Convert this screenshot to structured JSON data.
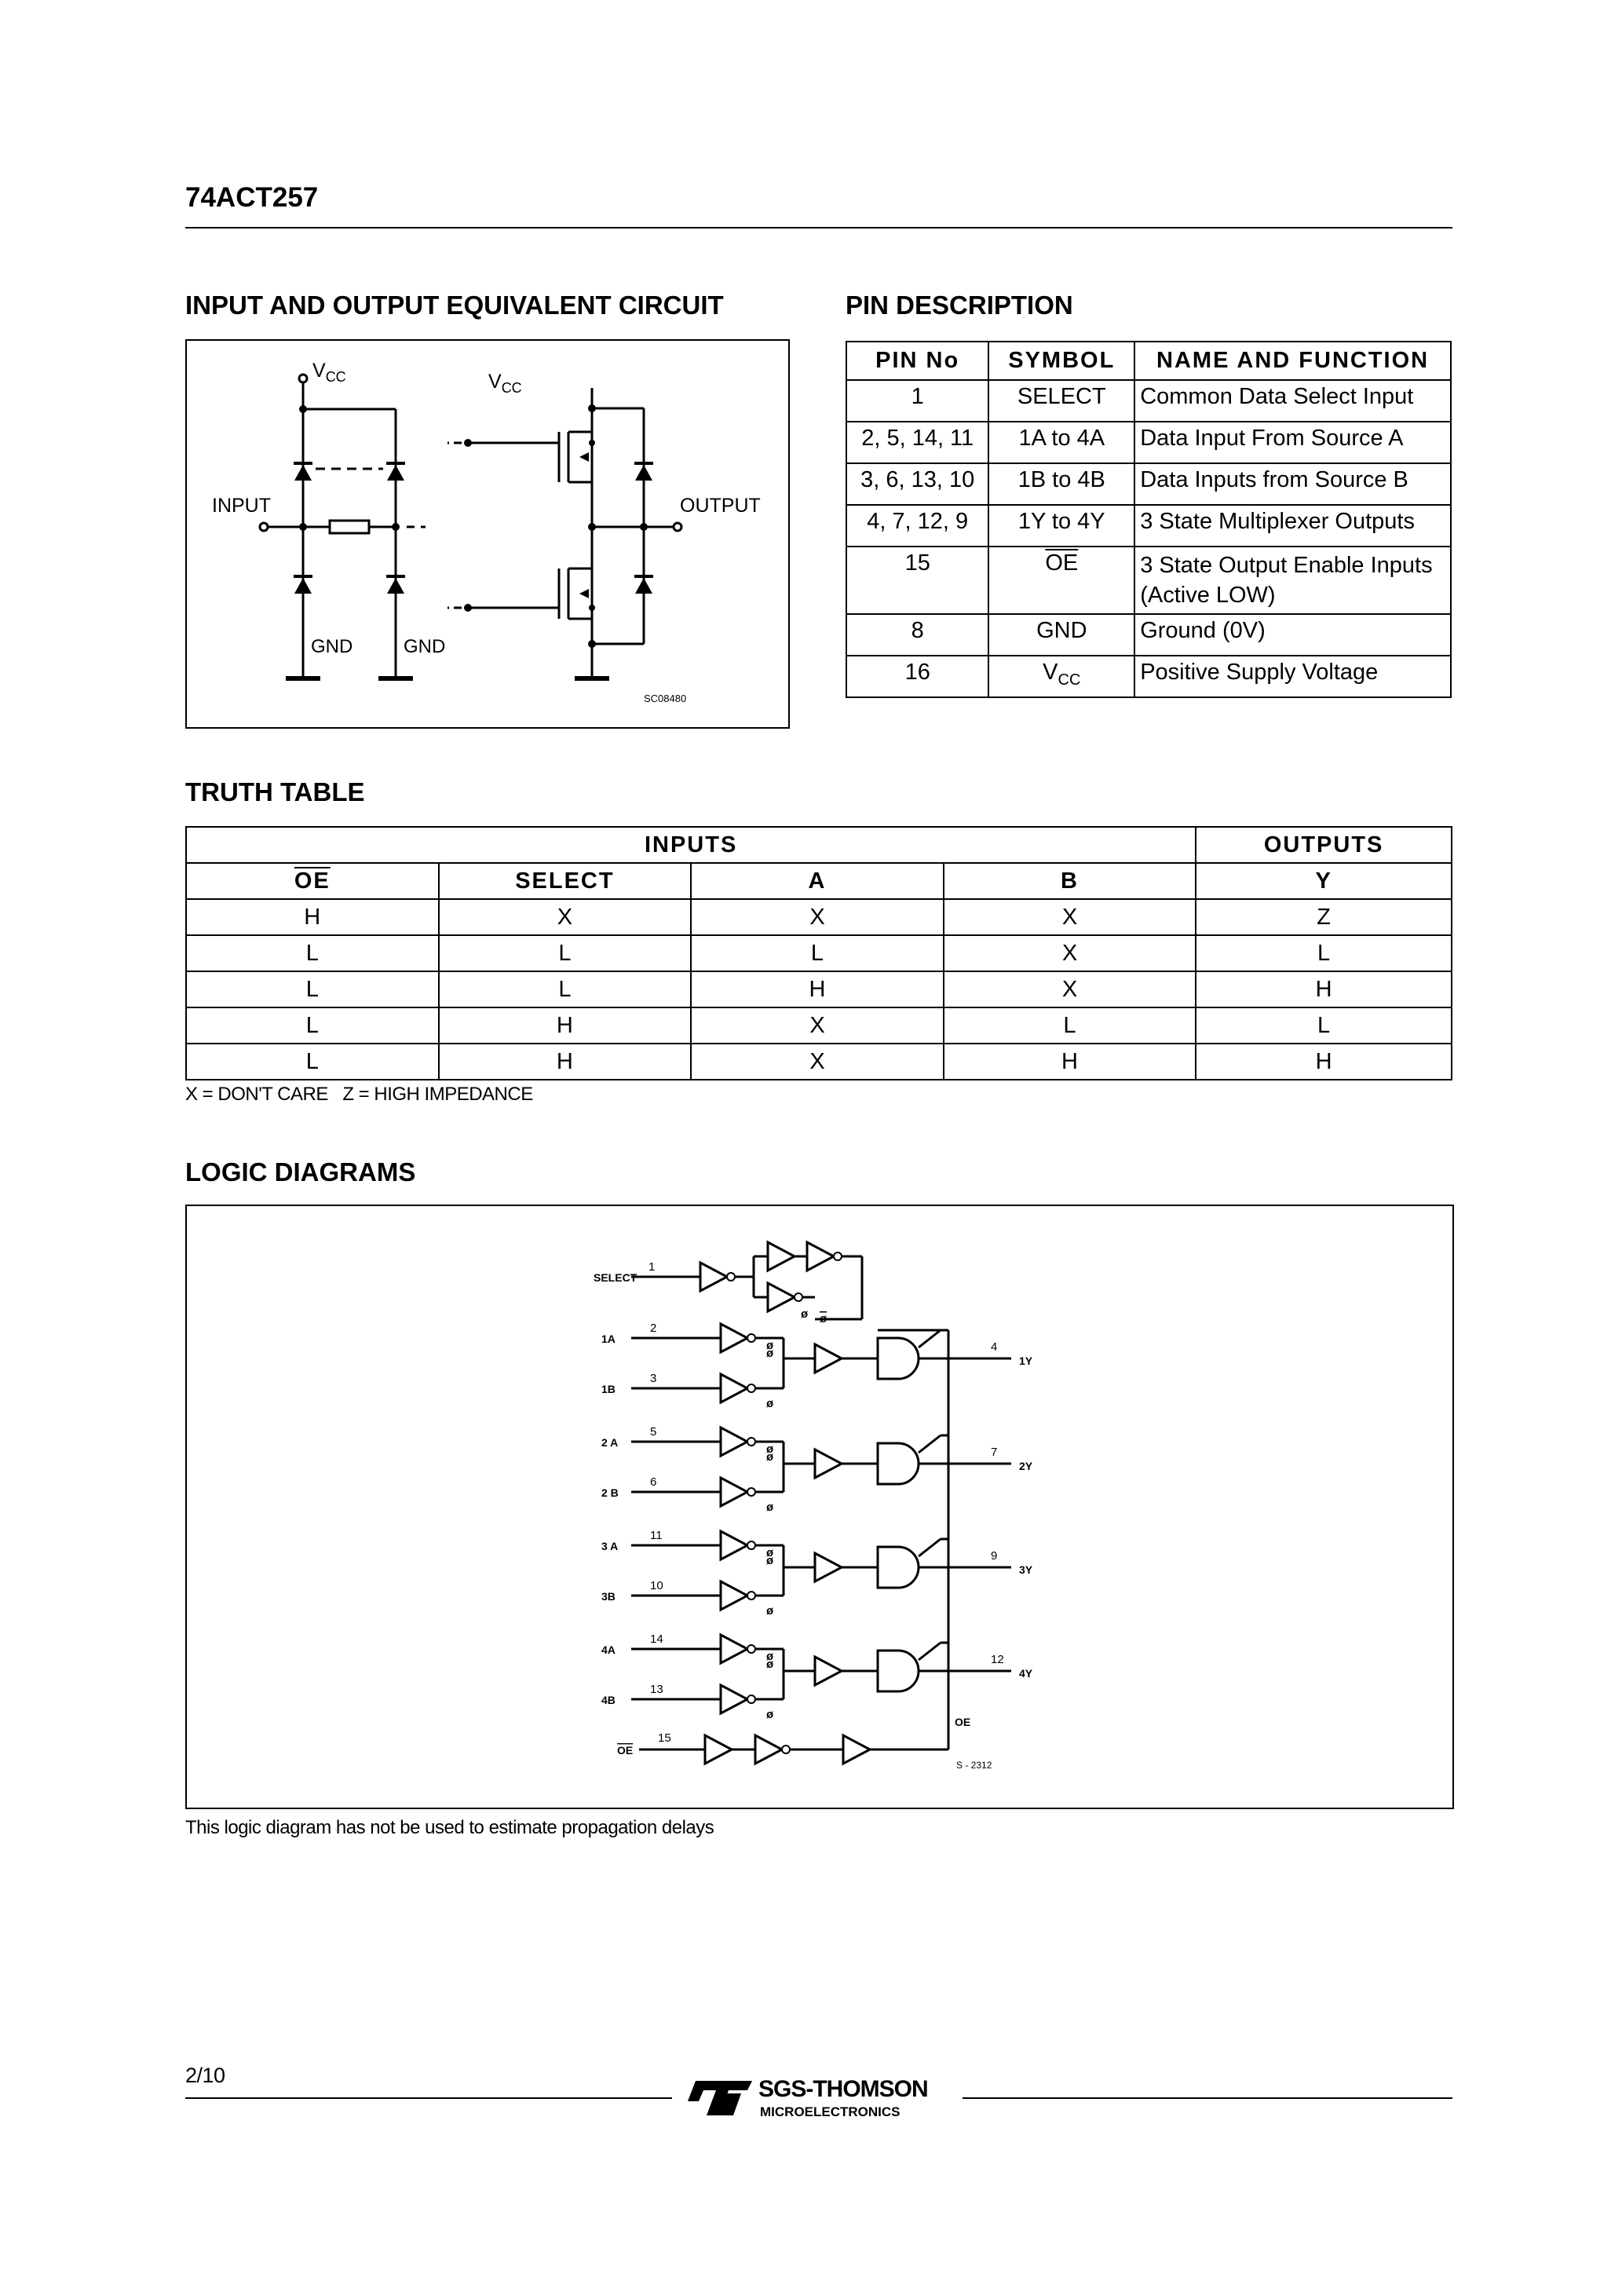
{
  "header": {
    "part_number": "74ACT257"
  },
  "sections": {
    "equiv_circuit": "INPUT AND OUTPUT EQUIVALENT CIRCUIT",
    "pin_description": "PIN DESCRIPTION",
    "truth_table": "TRUTH TABLE",
    "logic_diagrams": "LOGIC DIAGRAMS"
  },
  "equiv_circuit": {
    "vcc_left": "V",
    "vcc_left_sub": "CC",
    "vcc_right": "V",
    "vcc_right_sub": "CC",
    "input_label": "INPUT",
    "output_label": "OUTPUT",
    "gnd_1": "GND",
    "gnd_2": "GND",
    "code": "SC08480"
  },
  "pin_table": {
    "headers": [
      "PIN No",
      "SYMBOL",
      "NAME AND FUNCTION"
    ],
    "rows": [
      [
        "1",
        "SELECT",
        "Common Data Select Input"
      ],
      [
        "2, 5, 14, 11",
        "1A to 4A",
        "Data Input From Source A"
      ],
      [
        "3, 6, 13, 10",
        "1B to 4B",
        "Data Inputs from Source B"
      ],
      [
        "4, 7, 12, 9",
        "1Y to 4Y",
        "3 State Multiplexer Outputs"
      ],
      [
        "15",
        "OE",
        "3 State Output Enable Inputs (Active LOW)"
      ],
      [
        "8",
        "GND",
        "Ground (0V)"
      ],
      [
        "16",
        "V",
        "Positive Supply Voltage"
      ]
    ],
    "vcc_sub": "CC"
  },
  "truth_table": {
    "group_inputs": "INPUTS",
    "group_outputs": "OUTPUTS",
    "columns": [
      "OE",
      "SELECT",
      "A",
      "B",
      "Y"
    ],
    "rows": [
      [
        "H",
        "X",
        "X",
        "X",
        "Z"
      ],
      [
        "L",
        "L",
        "L",
        "X",
        "L"
      ],
      [
        "L",
        "L",
        "H",
        "X",
        "H"
      ],
      [
        "L",
        "H",
        "X",
        "L",
        "L"
      ],
      [
        "L",
        "H",
        "X",
        "H",
        "H"
      ]
    ],
    "legend": "X = DON'T CARE   Z = HIGH IMPEDANCE"
  },
  "logic": {
    "input_labels": [
      "SELECT",
      "1A",
      "1B",
      "2 A",
      "2 B",
      "3 A",
      "3B",
      "4A",
      "4B",
      "OE"
    ],
    "input_pins": [
      "1",
      "2",
      "3",
      "5",
      "6",
      "11",
      "10",
      "14",
      "13",
      "15"
    ],
    "output_pins": [
      "4",
      "7",
      "9",
      "12"
    ],
    "output_labels": [
      "1Y",
      "2Y",
      "3Y",
      "4Y"
    ],
    "oe_label": "OE",
    "code": "S - 2312",
    "phi": "ø",
    "phi_bar": "ø"
  },
  "logic_note": "This logic diagram has not be used to estimate propagation delays",
  "footer": {
    "page": "2/10",
    "brand": "SGS-THOMSON",
    "division": "MICROELECTRONICS"
  }
}
